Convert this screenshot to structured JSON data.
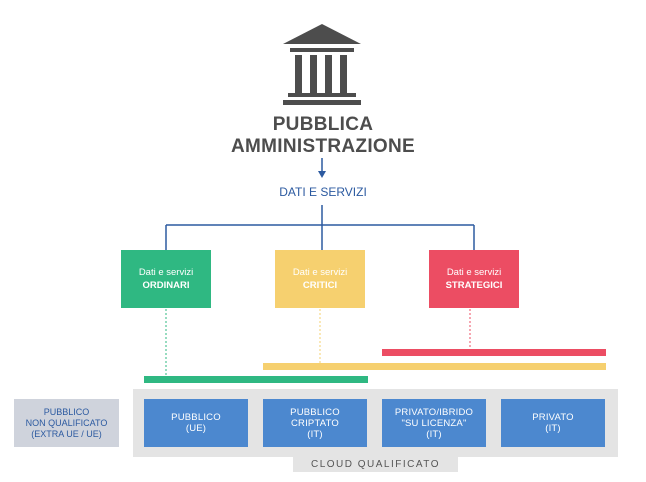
{
  "title": {
    "line1": "PUBBLICA",
    "line2": "AMMINISTRAZIONE"
  },
  "subtitle": "DATI E SERVIZI",
  "categories": [
    {
      "line1": "Dati e servizi",
      "line2": "ORDINARI",
      "color": "#2fb882"
    },
    {
      "line1": "Dati e servizi",
      "line2": "CRITICI",
      "color": "#f6d06f"
    },
    {
      "line1": "Dati e servizi",
      "line2": "STRATEGICI",
      "color": "#ec4d63"
    }
  ],
  "cloud_boxes": [
    {
      "label": "PUBBLICO\n(UE)"
    },
    {
      "label": "PUBBLICO\nCRIPTATO\n(IT)"
    },
    {
      "label": "PRIVATO/IBRIDO\n\"SU LICENZA\"\n(IT)"
    },
    {
      "label": "PRIVATO\n(IT)"
    }
  ],
  "non_qualified": "PUBBLICO\nNON QUALIFICATO\n(EXTRA UE / UE)",
  "cloud_label": "CLOUD QUALIFICATO",
  "colors": {
    "blue": "#2c5aa0",
    "building": "#4d4d4d",
    "box": "#4c88cf",
    "panel": "#e4e4e4"
  },
  "icons": {
    "building": "government-building-icon"
  }
}
